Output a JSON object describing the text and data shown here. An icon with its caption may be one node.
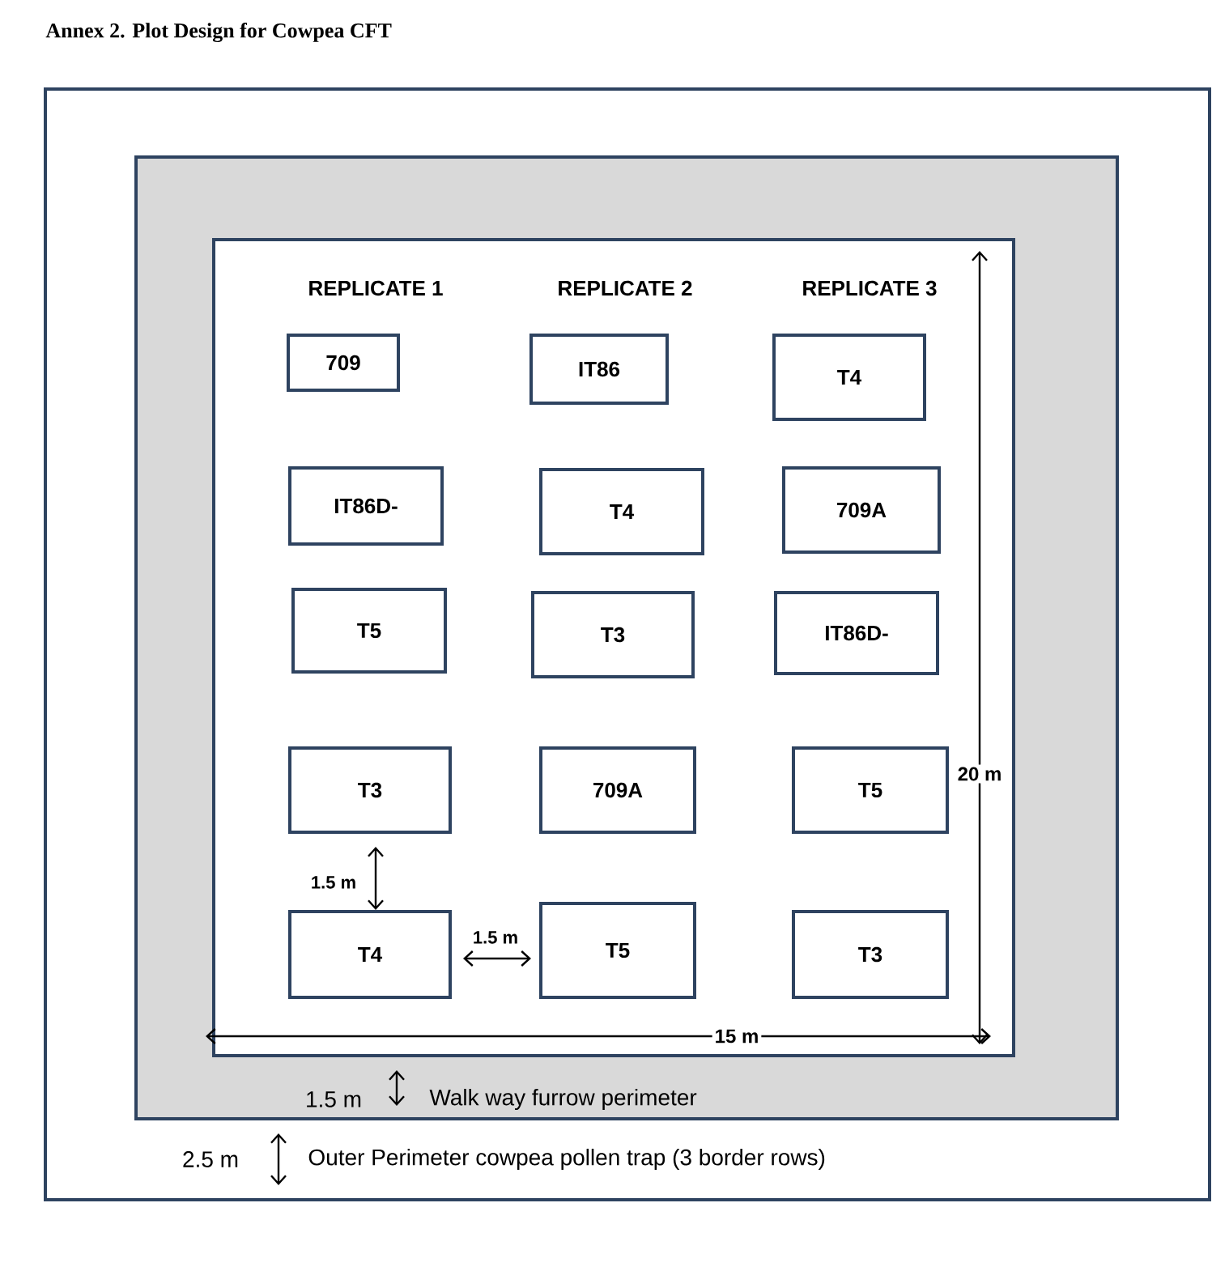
{
  "diagram": {
    "title": "Annex 2.  Plot Design for Cowpea CFT",
    "nodes": [
      {
        "text": [
          "Outer Perimeter cowpea pollen trap (3 border rows)"
        ]
      },
      {
        "text": [
          "Walk way furrow perimeter"
        ],
        "in": 0
      },
      {
        "text": [],
        "shape": "box",
        "in": 1
      },
      {
        "text": [
          "709"
        ],
        "in": 2
      },
      {
        "text": [
          "IT86"
        ],
        "in": 2
      },
      {
        "text": [
          "T4"
        ],
        "in": 2
      },
      {
        "text": [
          "IT86D-"
        ],
        "in": 2
      },
      {
        "text": [
          "T4"
        ],
        "in": 2
      },
      {
        "text": [
          "709A"
        ],
        "in": 2
      },
      {
        "text": [
          "T5"
        ],
        "in": 2
      },
      {
        "text": [
          "T3"
        ],
        "in": 2
      },
      {
        "text": [
          "IT86D-"
        ],
        "in": 2
      },
      {
        "text": [
          "T3"
        ],
        "in": 2
      },
      {
        "text": [
          "709A"
        ],
        "in": 2
      },
      {
        "text": [
          "T5"
        ],
        "in": 2
      },
      {
        "text": [
          "T4"
        ],
        "in": 2
      },
      {
        "text": [
          "T5"
        ],
        "in": 2
      },
      {
        "text": [
          "T3"
        ],
        "in": 2
      }
    ],
    "edges": [],
    "labels": [
      "REPLICATE 1",
      "REPLICATE 2",
      "REPLICATE 3",
      "20 m",
      "1.5 m",
      "1.5 m",
      "15 m",
      "1.5 m",
      "2.5 m"
    ]
  }
}
